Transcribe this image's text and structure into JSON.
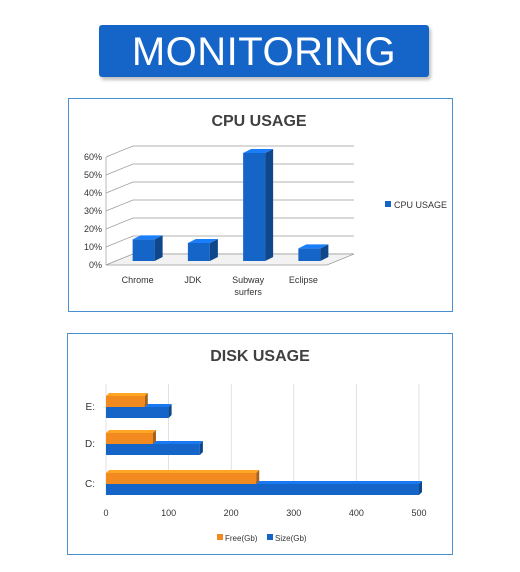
{
  "header": {
    "title": "MONITORING"
  },
  "colors": {
    "blue": "#1565c8",
    "orange": "#f28a1f",
    "banner": "#1565c8"
  },
  "chart_data": [
    {
      "type": "bar",
      "title": "CPU USAGE",
      "categories": [
        "Chrome",
        "JDK",
        "Subway surfers",
        "Eclipse"
      ],
      "series": [
        {
          "name": "CPU USAGE",
          "values": [
            12,
            10,
            60,
            7
          ]
        }
      ],
      "ylim": [
        0,
        60
      ],
      "yticks": [
        "0%",
        "10%",
        "20%",
        "30%",
        "40%",
        "50%",
        "60%"
      ],
      "legend": "right",
      "grid": true
    },
    {
      "type": "bar",
      "orientation": "horizontal",
      "title": "DISK USAGE",
      "categories": [
        "C:",
        "D:",
        "E:"
      ],
      "series": [
        {
          "name": "Free(Gb)",
          "values": [
            240,
            75,
            62
          ]
        },
        {
          "name": "Size(Gb)",
          "values": [
            500,
            150,
            100
          ]
        }
      ],
      "xlim": [
        0,
        500
      ],
      "xticks": [
        "0",
        "100",
        "200",
        "300",
        "400",
        "500"
      ],
      "legend": "bottom",
      "grid": true
    }
  ]
}
